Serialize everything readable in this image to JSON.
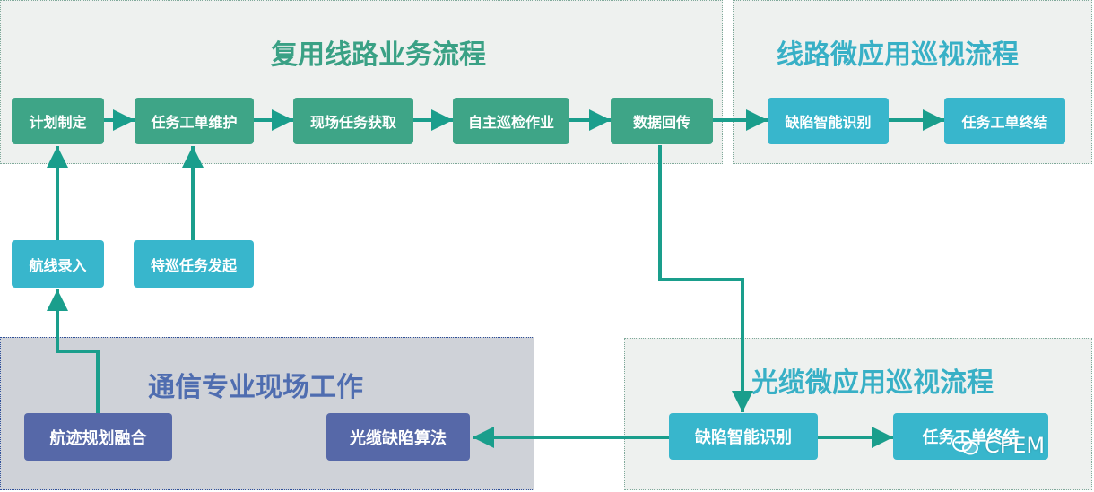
{
  "colors": {
    "flow_green": "#3ea587",
    "light_cyan": "#38b6cc",
    "navy": "#5668a8",
    "arrow": "#1a9e8c",
    "title_green": "#3aa185",
    "title_teal": "#38b0c6",
    "title_navy": "#4f6db0"
  },
  "sections": {
    "multiplex": {
      "title": "复用线路业务流程"
    },
    "line_app": {
      "title": "线路微应用巡视流程"
    },
    "comm": {
      "title": "通信专业现场工作"
    },
    "cable_app": {
      "title": "光缆微应用巡视流程"
    }
  },
  "nodes": {
    "plan": "计划制定",
    "ticket_maint": "任务工单维护",
    "field_task": "现场任务获取",
    "auto_patrol": "自主巡检作业",
    "data_return": "数据回传",
    "line_defect_ai": "缺陷智能识别",
    "line_ticket_end": "任务工单终结",
    "route_input": "航线录入",
    "special_patrol": "特巡任务发起",
    "track_fusion": "航迹规划融合",
    "cable_algorithm": "光缆缺陷算法",
    "cable_defect_ai": "缺陷智能识别",
    "cable_ticket_end": "任务工单终结"
  },
  "watermark": {
    "icon": "wechat-icon",
    "text": "CPEM"
  }
}
